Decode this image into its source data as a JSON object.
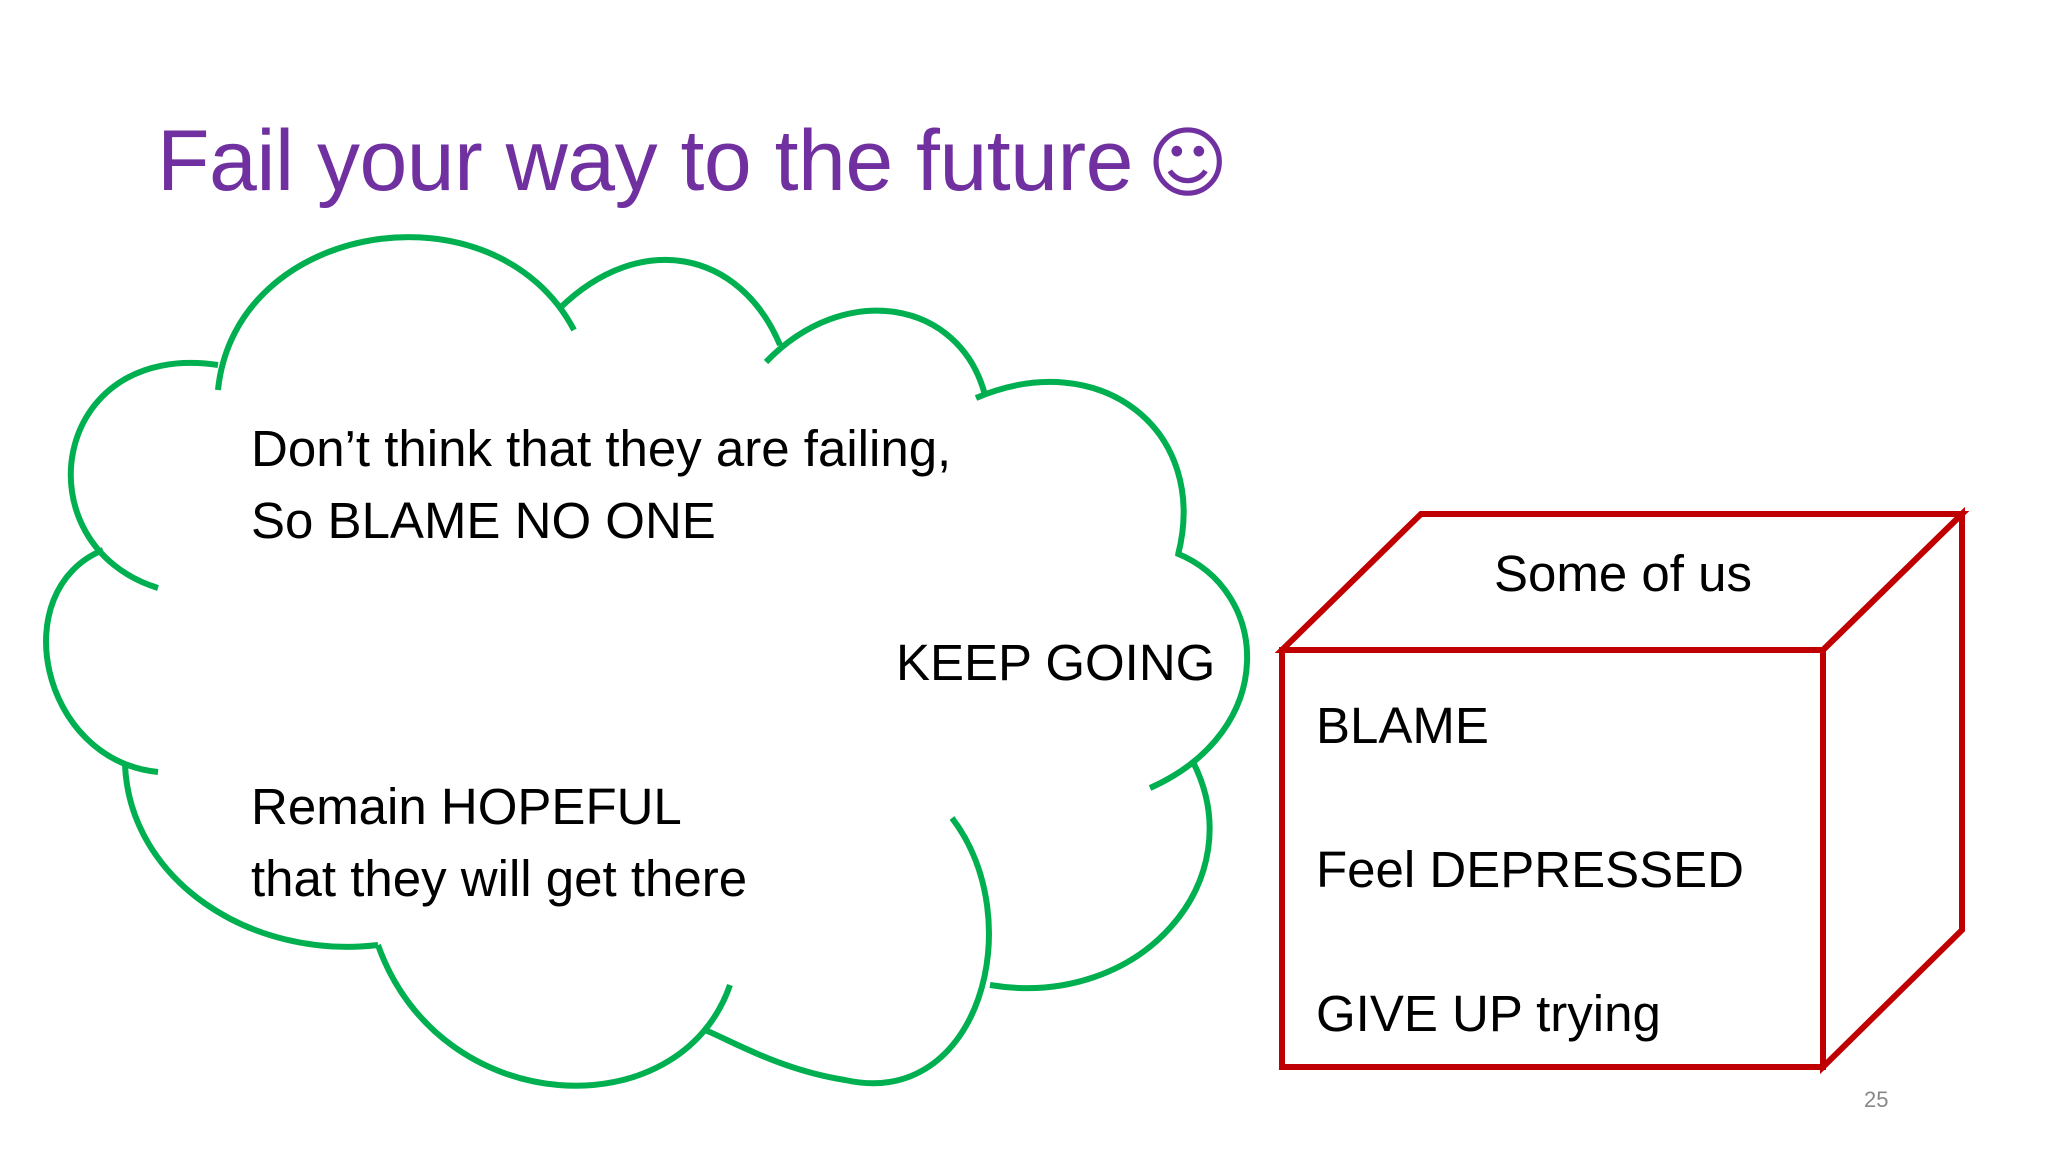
{
  "slide": {
    "title": "Fail your way to the future",
    "title_emoji": "☺",
    "page_number": "25"
  },
  "cloud": {
    "line1": "Don’t think that they are failing,",
    "line2": "So BLAME NO ONE",
    "keep_going": "KEEP GOING",
    "line3": "Remain HOPEFUL",
    "line4": "that they will get there",
    "outline_color": "#00b050"
  },
  "box": {
    "top_label": "Some of us",
    "items": [
      "BLAME",
      "Feel DEPRESSED",
      "GIVE UP trying"
    ],
    "outline_color": "#c00000"
  }
}
